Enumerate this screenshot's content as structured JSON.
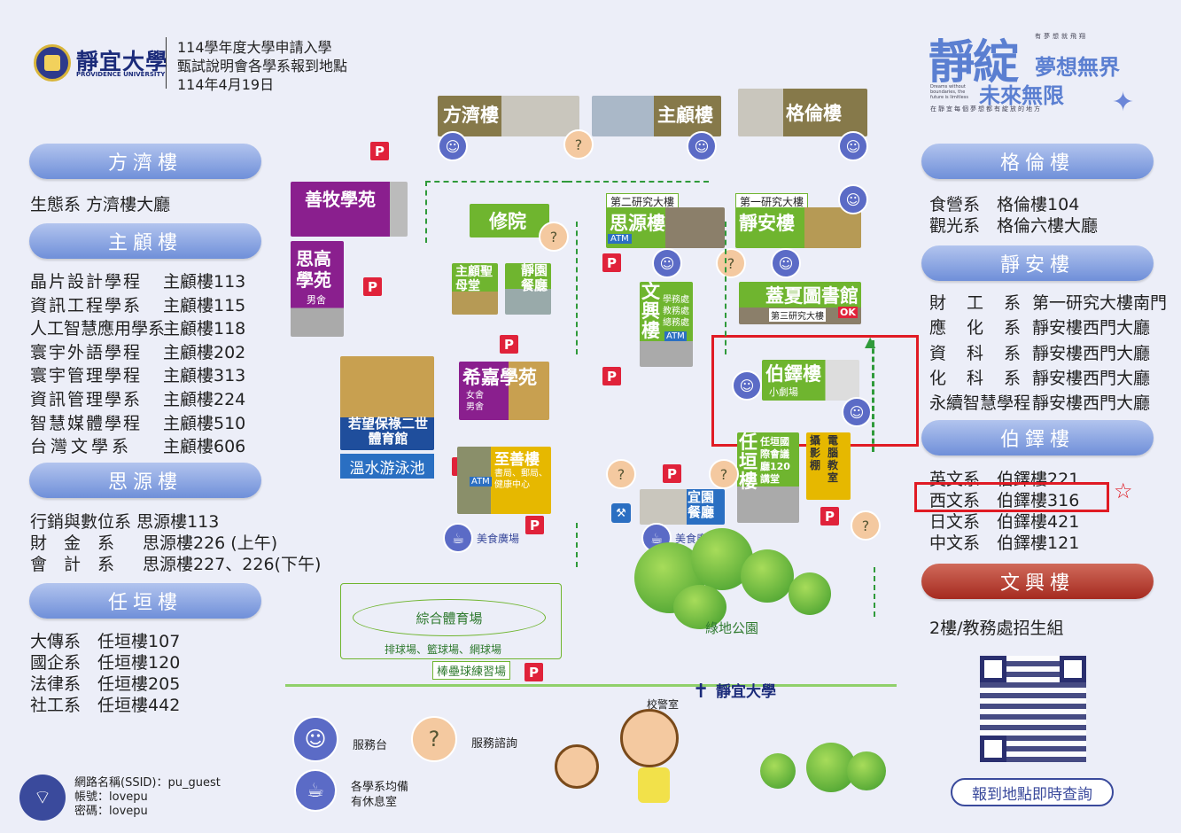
{
  "header": {
    "uni_name": "靜宜大學",
    "uni_en": "PROVIDENCE UNIVERSITY",
    "line1": "114學年度大學申請入學",
    "line2": "甄試說明會各學系報到地點",
    "line3": "114年4月19日"
  },
  "slogan": {
    "main1": "靜綻",
    "main2": "夢想無界",
    "main3": "未來無限",
    "tiny1": "有夢想就飛翔",
    "tiny2": "在靜宜每個夢想都有綻放的地方",
    "tiny_en": "Dreams without boundaries, the future is limitless"
  },
  "left_panel": {
    "sections": [
      {
        "title": "方濟樓",
        "rows": [
          [
            "生態系",
            "方濟樓大廳"
          ]
        ]
      },
      {
        "title": "主顧樓",
        "rows": [
          [
            "晶片設計學程",
            "主顧樓113"
          ],
          [
            "資訊工程學系",
            "主顧樓115"
          ],
          [
            "人工智慧應用學系",
            "主顧樓118"
          ],
          [
            "寰宇外語學程",
            "主顧樓202"
          ],
          [
            "寰宇管理學程",
            "主顧樓313"
          ],
          [
            "資訊管理學系",
            "主顧樓224"
          ],
          [
            "智慧媒體學程",
            "主顧樓510"
          ],
          [
            "台灣文學系",
            "主顧樓606"
          ]
        ]
      },
      {
        "title": "思源樓",
        "rows": [
          [
            "行銷與數位系",
            "思源樓113"
          ],
          [
            "財　金　系",
            "思源樓226 (上午)"
          ],
          [
            "會　計　系",
            "思源樓227、226(下午)"
          ]
        ]
      },
      {
        "title": "任垣樓",
        "rows": [
          [
            "大傳系",
            "任垣樓107"
          ],
          [
            "國企系",
            "任垣樓120"
          ],
          [
            "法律系",
            "任垣樓205"
          ],
          [
            "社工系",
            "任垣樓442"
          ]
        ]
      }
    ]
  },
  "right_panel": {
    "sections": [
      {
        "title": "格倫樓",
        "rows": [
          [
            "食營系",
            "格倫樓104"
          ],
          [
            "觀光系",
            "格倫六樓大廳"
          ]
        ]
      },
      {
        "title": "靜安樓",
        "rows": [
          [
            "財　工　系",
            "第一研究大樓南門"
          ],
          [
            "應　化　系",
            "靜安樓西門大廳"
          ],
          [
            "資　科　系",
            "靜安樓西門大廳"
          ],
          [
            "化　科　系",
            "靜安樓西門大廳"
          ],
          [
            "永續智慧學程",
            "靜安樓西門大廳"
          ]
        ]
      },
      {
        "title": "伯鐸樓",
        "rows": [
          [
            "英文系",
            "伯鐸樓221"
          ],
          [
            "西文系",
            "伯鐸樓316"
          ],
          [
            "日文系",
            "伯鐸樓421"
          ],
          [
            "中文系",
            "伯鐸樓121"
          ]
        ]
      },
      {
        "title": "文興樓",
        "rows": [
          [
            "2樓/教務處招生組",
            ""
          ]
        ]
      }
    ],
    "qr_label": "報到地點即時查詢"
  },
  "map": {
    "top_buildings": [
      "方濟樓",
      "主顧樓",
      "格倫樓"
    ],
    "shanmu": "善牧學苑",
    "sigao": "思高學苑",
    "sigao_note": "男舍",
    "xiuyuan": "修院",
    "zhugu_church": "主顧聖母堂",
    "jingyuan": "靜園餐廳",
    "siyuan_tag": "第二研究大樓",
    "siyuan": "思源樓",
    "atm": "ATM",
    "jingan_tag": "第一研究大樓",
    "jingan": "靜安樓",
    "wenxing": "文興樓",
    "wenxing_sub": "學務處 教務處 總務處",
    "library": "蓋夏圖書館",
    "library_sub": "第三研究大樓",
    "ok": "OK",
    "xijia": "希嘉學苑",
    "xijia_note": "女舍 男舍",
    "gym": "若望保祿二世體育館",
    "pool": "溫水游泳池",
    "boduo": "伯鐸樓",
    "boduo_sub": "小劇場",
    "zhishan": "至善樓",
    "zhishan_sub": "書局、郵局、健康中心",
    "renyuan": "任垣樓",
    "renyuan_hall": "任垣國際會議廳120講堂",
    "yingying": "攝影棚",
    "diannao": "電腦教室",
    "yiyuan": "宜園餐廳",
    "food1": "美食廣場",
    "food2": "美食廣場",
    "sports": "綜合體育場",
    "courts": "排球場、籃球場、網球場",
    "baseball": "棒壘球練習場",
    "park_name": "綠地公園",
    "gate_logo": "靜宜大學",
    "guard": "校警室"
  },
  "legend": {
    "service_desk": "服務台",
    "consult": "服務諮詢",
    "rest": "各學系均備有休息室",
    "wifi_ssid": "網路名稱(SSID)：pu_guest",
    "wifi_account": "帳號：lovepu",
    "wifi_password": "密碼：lovepu"
  },
  "colors": {
    "pill": "#7d98dc",
    "pill_red": "#a52a20",
    "green": "#6fb52f",
    "purple": "#8a1f8e",
    "yellow": "#e6b800",
    "highlight": "#e01b24"
  }
}
